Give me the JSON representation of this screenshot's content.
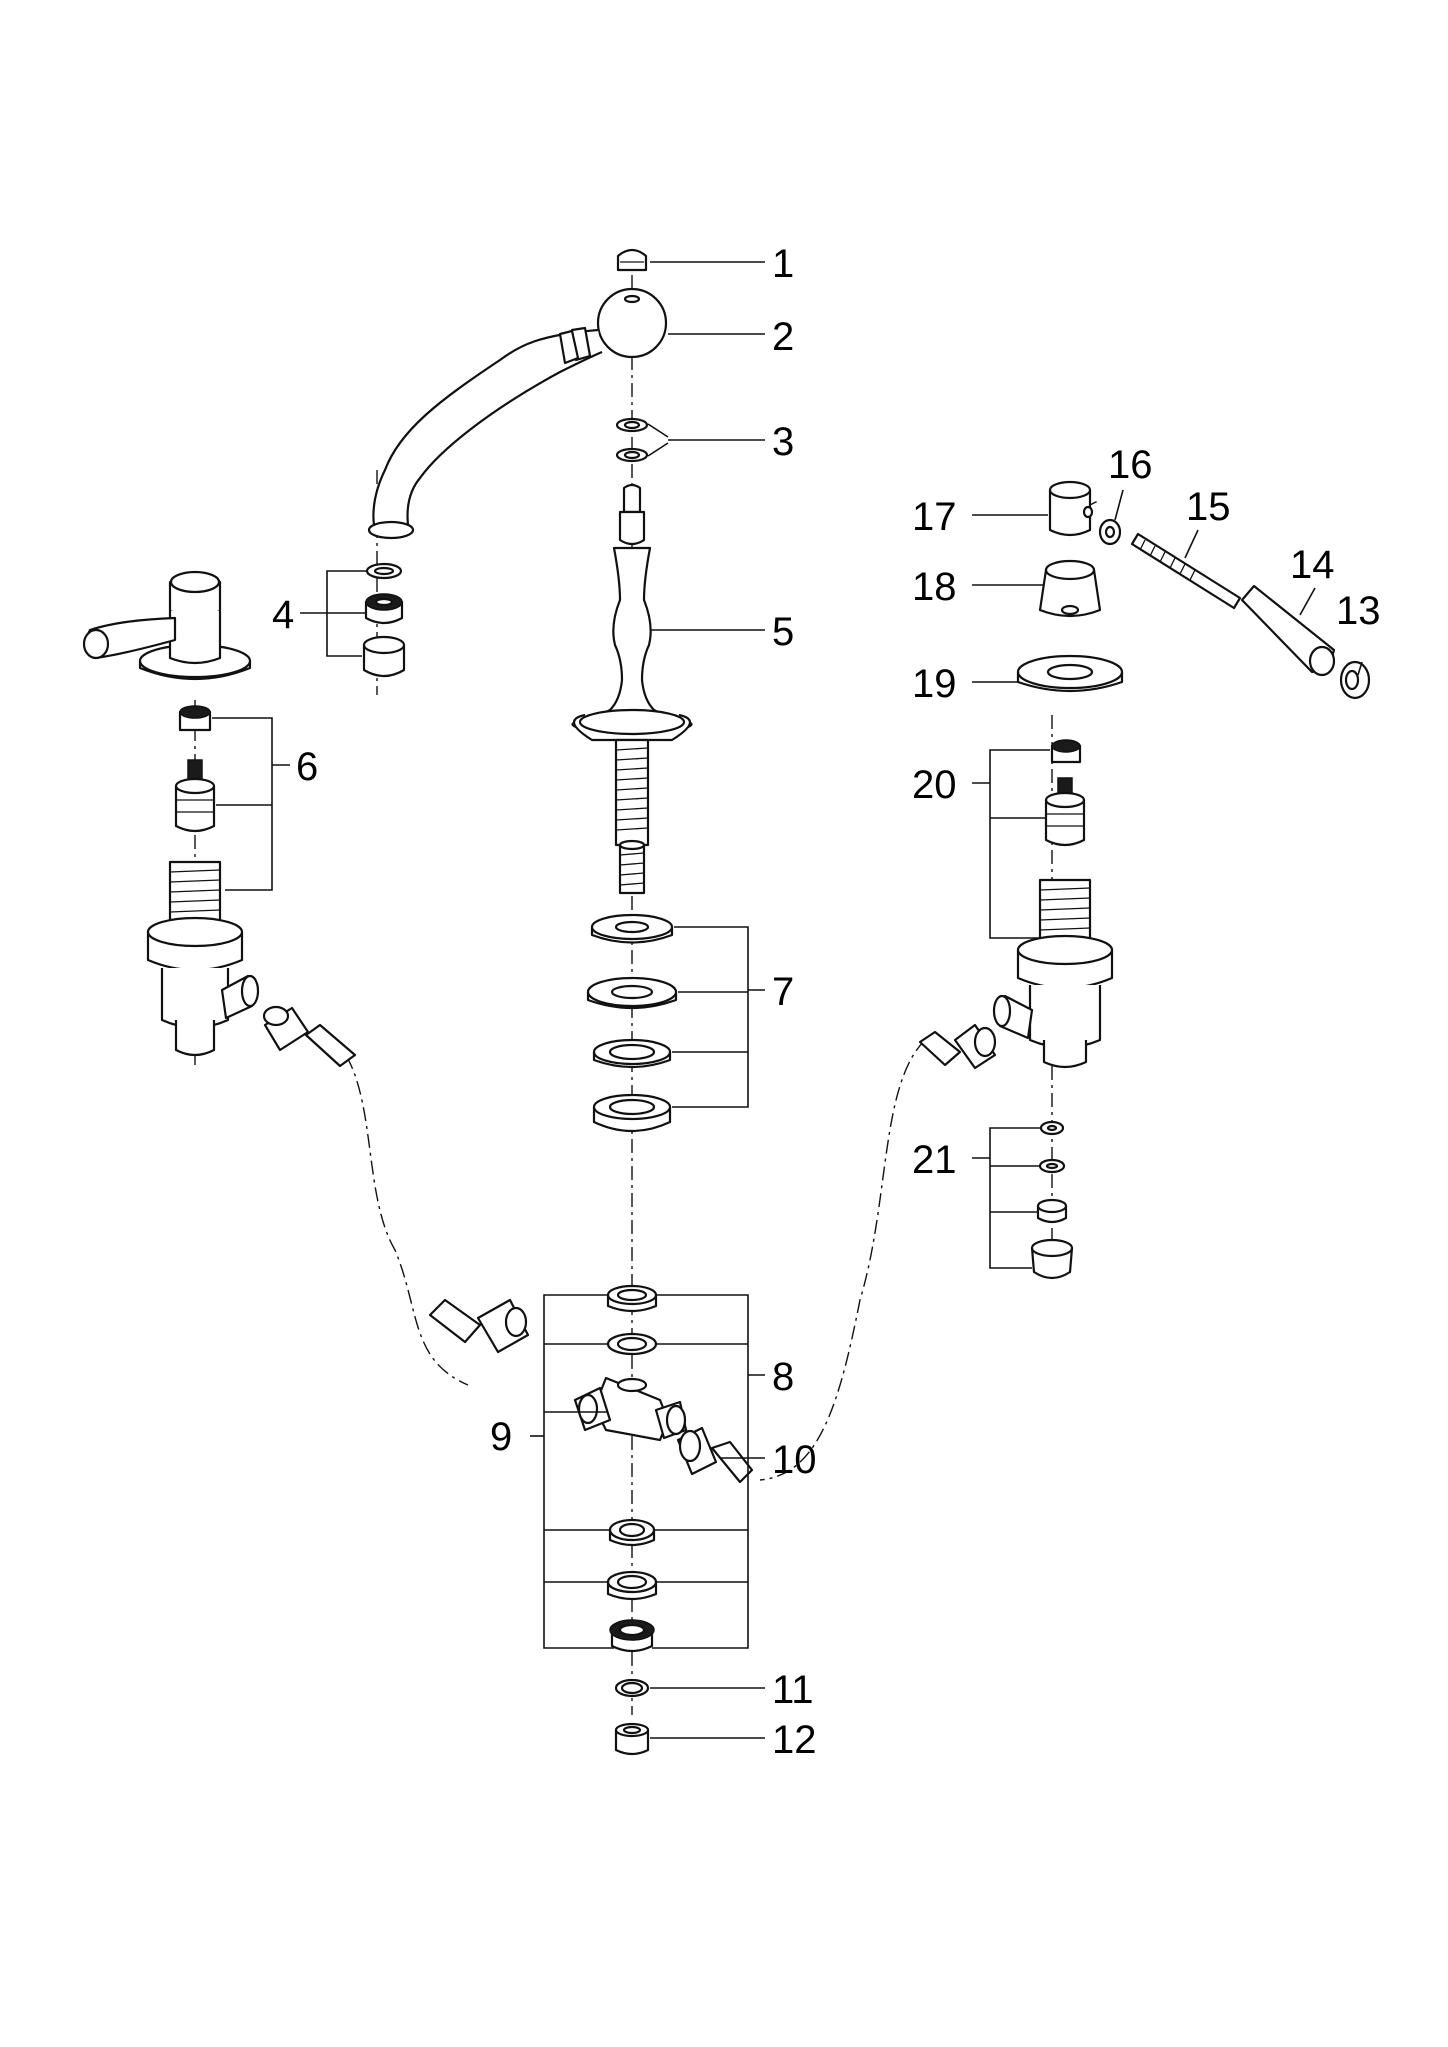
{
  "callouts": {
    "c1": "1",
    "c2": "2",
    "c3": "3",
    "c4": "4",
    "c5": "5",
    "c6": "6",
    "c7": "7",
    "c8": "8",
    "c9": "9",
    "c10": "10",
    "c11": "11",
    "c12": "12",
    "c13": "13",
    "c14": "14",
    "c15": "15",
    "c16": "16",
    "c17": "17",
    "c18": "18",
    "c19": "19",
    "c20": "20",
    "c21": "21"
  },
  "colors": {
    "line": "#111111",
    "background": "#ffffff"
  }
}
